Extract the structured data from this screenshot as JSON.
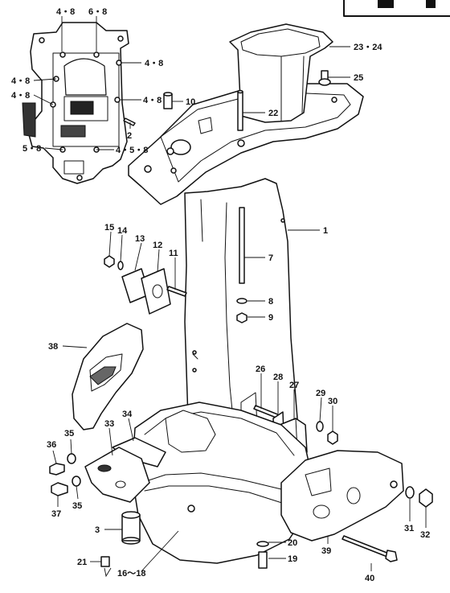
{
  "callouts": [
    {
      "id": "c-48a",
      "text": "4・8"
    },
    {
      "id": "c-68",
      "text": "6・8"
    },
    {
      "id": "c-48b",
      "text": "4・8"
    },
    {
      "id": "c-48c",
      "text": "4・8"
    },
    {
      "id": "c-48d",
      "text": "4・8"
    },
    {
      "id": "c-48e",
      "text": "4・8"
    },
    {
      "id": "c-58",
      "text": "5・8"
    },
    {
      "id": "c-458",
      "text": "4・5・8"
    },
    {
      "id": "c-10",
      "text": "10"
    },
    {
      "id": "c-2",
      "text": "2"
    },
    {
      "id": "c-2324",
      "text": "23・24"
    },
    {
      "id": "c-25",
      "text": "25"
    },
    {
      "id": "c-22",
      "text": "22"
    },
    {
      "id": "c-1",
      "text": "1"
    },
    {
      "id": "c-15",
      "text": "15"
    },
    {
      "id": "c-14",
      "text": "14"
    },
    {
      "id": "c-13",
      "text": "13"
    },
    {
      "id": "c-12",
      "text": "12"
    },
    {
      "id": "c-11",
      "text": "11"
    },
    {
      "id": "c-7",
      "text": "7"
    },
    {
      "id": "c-8",
      "text": "8"
    },
    {
      "id": "c-9",
      "text": "9"
    },
    {
      "id": "c-38",
      "text": "38"
    },
    {
      "id": "c-26",
      "text": "26"
    },
    {
      "id": "c-28",
      "text": "28"
    },
    {
      "id": "c-27",
      "text": "27"
    },
    {
      "id": "c-29",
      "text": "29"
    },
    {
      "id": "c-30",
      "text": "30"
    },
    {
      "id": "c-33",
      "text": "33"
    },
    {
      "id": "c-34",
      "text": "34"
    },
    {
      "id": "c-35a",
      "text": "35"
    },
    {
      "id": "c-36",
      "text": "36"
    },
    {
      "id": "c-35b",
      "text": "35"
    },
    {
      "id": "c-37",
      "text": "37"
    },
    {
      "id": "c-3",
      "text": "3"
    },
    {
      "id": "c-20",
      "text": "20"
    },
    {
      "id": "c-19",
      "text": "19"
    },
    {
      "id": "c-21",
      "text": "21"
    },
    {
      "id": "c-1618",
      "text": "16～18"
    },
    {
      "id": "c-39",
      "text": "39"
    },
    {
      "id": "c-40",
      "text": "40"
    },
    {
      "id": "c-31",
      "text": "31"
    },
    {
      "id": "c-32",
      "text": "32"
    }
  ]
}
